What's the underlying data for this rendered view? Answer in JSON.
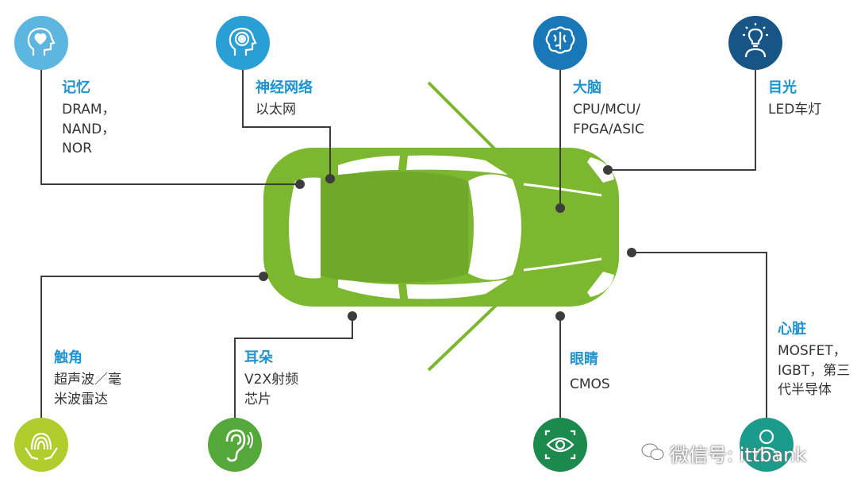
{
  "colors": {
    "car": "#7cb82f",
    "line": "#3c3c3c",
    "title": "#1f93cf",
    "text": "#333333"
  },
  "items": [
    {
      "key": "memory",
      "title": "记忆",
      "lines": [
        "DRAM，",
        "NAND，",
        "NOR"
      ],
      "icon": "head-heart-icon",
      "color": "#5cb6e0"
    },
    {
      "key": "neural",
      "title": "神经网络",
      "lines": [
        "以太网"
      ],
      "icon": "head-network-icon",
      "color": "#2a9fd6"
    },
    {
      "key": "brain",
      "title": "大脑",
      "lines": [
        "CPU/MCU/",
        "FPGA/ASIC"
      ],
      "icon": "brain-icon",
      "color": "#1878b8"
    },
    {
      "key": "vision",
      "title": "目光",
      "lines": [
        "LED车灯"
      ],
      "icon": "person-lightbulb-icon",
      "color": "#165585"
    },
    {
      "key": "touch",
      "title": "触角",
      "lines": [
        "超声波／毫",
        "米波雷达"
      ],
      "icon": "hands-waves-icon",
      "color": "#b0cd2e"
    },
    {
      "key": "ear",
      "title": "耳朵",
      "lines": [
        "V2X射频",
        "芯片"
      ],
      "icon": "ear-icon",
      "color": "#55a83a"
    },
    {
      "key": "eye",
      "title": "眼睛",
      "lines": [
        "CMOS"
      ],
      "icon": "eye-icon",
      "color": "#1b8a4c"
    },
    {
      "key": "heart",
      "title": "心脏",
      "lines": [
        "MOSFET，",
        "IGBT，第三",
        "代半导体"
      ],
      "icon": "person-icon",
      "color": "#1b9b8c"
    }
  ],
  "watermark": "微信号: ittbank"
}
